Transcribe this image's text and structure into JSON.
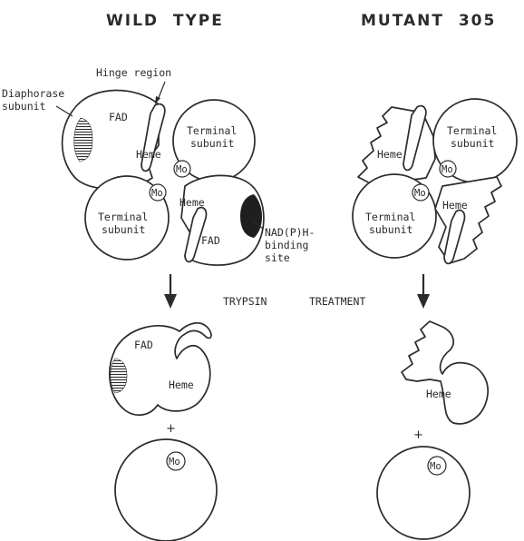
{
  "titles": {
    "wild_type": "WILD  TYPE",
    "mutant": "MUTANT  305"
  },
  "labels": {
    "hinge_region": "Hinge region",
    "diaphorase_line1": "Diaphorase",
    "diaphorase_line2": "subunit",
    "fad": "FAD",
    "heme": "Heme",
    "terminal_line1": "Terminal",
    "terminal_line2": "subunit",
    "mo": "Mo",
    "nadph_line1": "NAD(P)H-",
    "nadph_line2": "binding",
    "nadph_line3": "site",
    "trypsin": "TRYPSIN",
    "treatment": "TREATMENT",
    "plus": "+"
  },
  "colors": {
    "ink": "#2b2b2b",
    "paper": "#ffffff"
  }
}
